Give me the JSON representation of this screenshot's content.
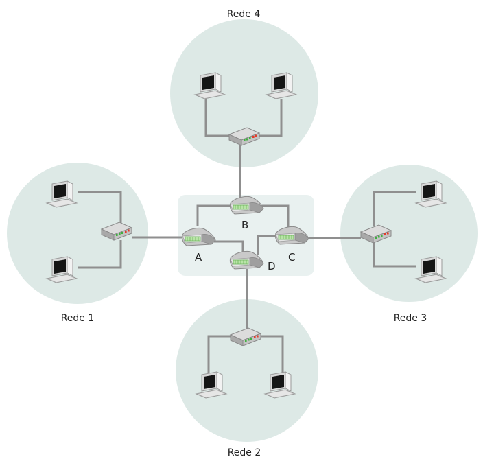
{
  "networks": [
    {
      "id": "rede1",
      "label": "Rede 1"
    },
    {
      "id": "rede2",
      "label": "Rede 2"
    },
    {
      "id": "rede3",
      "label": "Rede 3"
    },
    {
      "id": "rede4",
      "label": "Rede 4"
    }
  ],
  "routers": [
    {
      "id": "A",
      "label": "A"
    },
    {
      "id": "B",
      "label": "B"
    },
    {
      "id": "C",
      "label": "C"
    },
    {
      "id": "D",
      "label": "D"
    }
  ],
  "colors": {
    "network_fill": "#dde9e6",
    "core_fill": "#e9f1f0",
    "link": "#8f8f8f",
    "device_body": "#bdbdbd",
    "led_green": "#3fb13f",
    "led_red": "#e23b2a"
  },
  "icons": {
    "computer": "computer-icon",
    "switch": "switch-icon",
    "router": "router-icon"
  }
}
